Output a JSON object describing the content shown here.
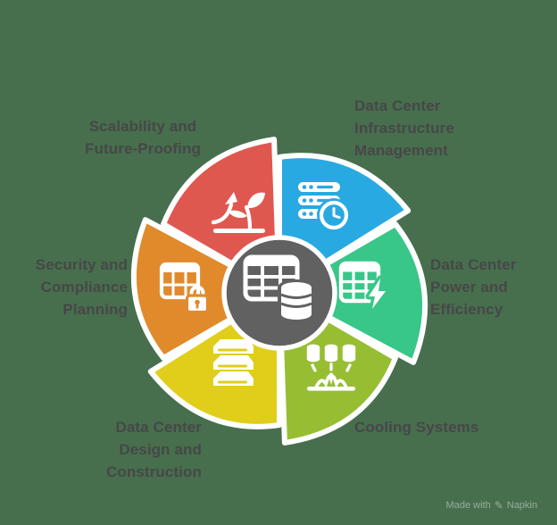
{
  "background_color": "#476F4E",
  "text_color": "#474747",
  "center": {
    "icon": "database-table-icon",
    "color": "#616161"
  },
  "segments": [
    {
      "id": "infrastructure",
      "label": "Data Center\nInfrastructure\nManagement",
      "color": "#29A9E2",
      "icon": "server-clock-icon"
    },
    {
      "id": "power",
      "label": "Data Center\nPower and\nEfficiency",
      "color": "#39C689",
      "icon": "table-power-icon"
    },
    {
      "id": "cooling",
      "label": "Cooling Systems",
      "color": "#97BE33",
      "icon": "cooling-icon"
    },
    {
      "id": "design",
      "label": "Data Center\nDesign and\nConstruction",
      "color": "#E0CE1B",
      "icon": "stacked-layers-icon"
    },
    {
      "id": "security",
      "label": "Security and\nCompliance\nPlanning",
      "color": "#E08A2C",
      "icon": "table-lock-icon"
    },
    {
      "id": "scalability",
      "label": "Scalability and\nFuture-Proofing",
      "color": "#DF5850",
      "icon": "growth-arrow-icon"
    }
  ],
  "watermark": {
    "prefix": "Made with",
    "brand": "Napkin",
    "icon": "pen-icon"
  }
}
